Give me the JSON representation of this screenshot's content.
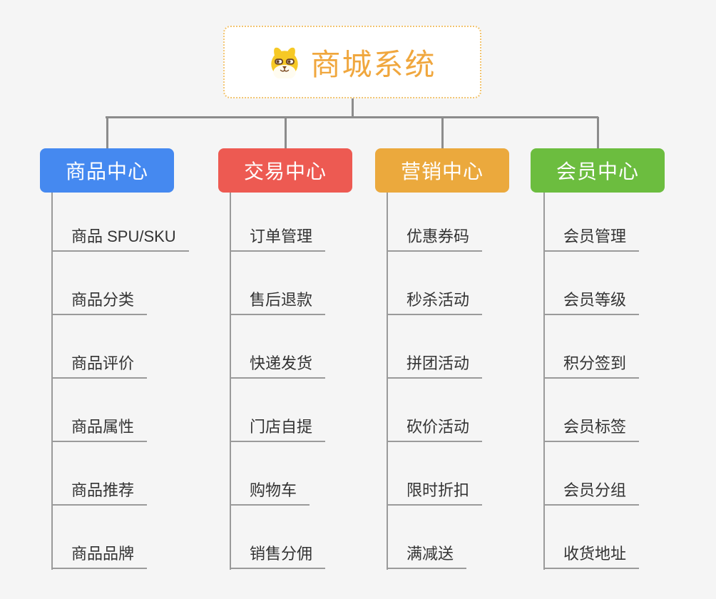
{
  "root": {
    "label": "商城系统",
    "icon": "shiba-dog-icon",
    "text_color": "#F0A73E",
    "border_color": "#F2C46F",
    "background": "#FFFFFF"
  },
  "canvas": {
    "background_color": "#F5F5F5",
    "connector_color": "#8C8C8C",
    "leaf_line_color": "#9A9A9A",
    "leaf_text_color": "#333333"
  },
  "branches": [
    {
      "label": "商品中心",
      "color": "#4589F0",
      "children": [
        "商品 SPU/SKU",
        "商品分类",
        "商品评价",
        "商品属性",
        "商品推荐",
        "商品品牌"
      ]
    },
    {
      "label": "交易中心",
      "color": "#ED5A52",
      "children": [
        "订单管理",
        "售后退款",
        "快递发货",
        "门店自提",
        "购物车",
        "销售分佣"
      ]
    },
    {
      "label": "营销中心",
      "color": "#EBA93D",
      "children": [
        "优惠券码",
        "秒杀活动",
        "拼团活动",
        "砍价活动",
        "限时折扣",
        "满减送"
      ]
    },
    {
      "label": "会员中心",
      "color": "#6CBD3F",
      "children": [
        "会员管理",
        "会员等级",
        "积分签到",
        "会员标签",
        "会员分组",
        "收货地址"
      ]
    }
  ]
}
